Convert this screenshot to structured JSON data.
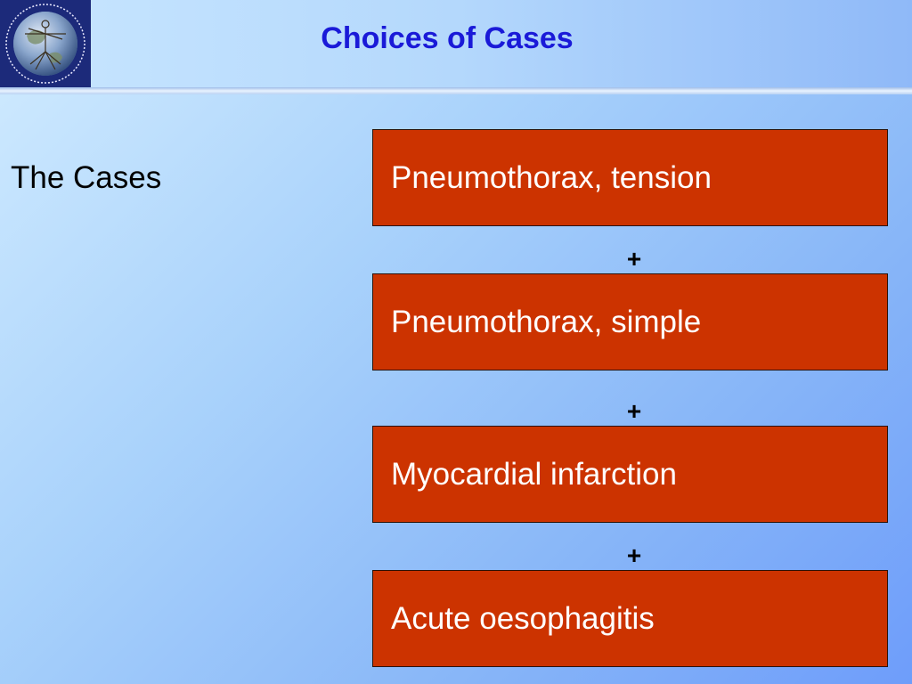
{
  "slide": {
    "title": "Choices of Cases",
    "left_label": "The Cases"
  },
  "cases": [
    {
      "label": "Pneumothorax, tension"
    },
    {
      "label": "Pneumothorax, simple"
    },
    {
      "label": "Myocardial infarction"
    },
    {
      "label": "Acute oesophagitis"
    }
  ],
  "connectors": [
    "+",
    "+",
    "+"
  ],
  "colors": {
    "title": "#1a1ad8",
    "case_box": "#cc3300",
    "case_text": "#ffffff",
    "logo_background": "#1c2a7a"
  },
  "icons": {
    "logo": "globe-seal-icon"
  }
}
